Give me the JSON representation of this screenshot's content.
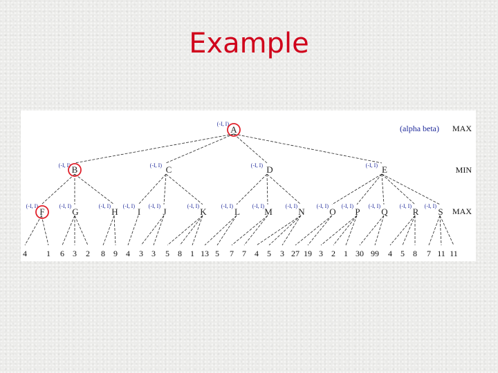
{
  "slide": {
    "title": "Example"
  },
  "legend": "(alpha beta)",
  "levels": [
    "MAX",
    "MIN",
    "MAX"
  ],
  "init_label": "(-I, I)",
  "nodes": {
    "root": "A",
    "min": [
      "B",
      "C",
      "D",
      "E"
    ],
    "max": [
      "F",
      "G",
      "H",
      "I",
      "J",
      "K",
      "L",
      "M",
      "N",
      "O",
      "P",
      "Q",
      "R",
      "S"
    ]
  },
  "children_per_min": [
    3,
    3,
    3,
    5
  ],
  "leaves": [
    [
      "4",
      "1"
    ],
    [
      "6",
      "3",
      "2"
    ],
    [
      "8",
      "9"
    ],
    [
      "4"
    ],
    [
      "3",
      "3"
    ],
    [
      "5",
      "8",
      "1"
    ],
    [
      "13",
      "5"
    ],
    [
      "7",
      "7"
    ],
    [
      "4",
      "5",
      "3"
    ],
    [
      "27",
      "19"
    ],
    [
      "3",
      "2",
      "1"
    ],
    [
      "30",
      "99"
    ],
    [
      "4",
      "5",
      "8"
    ],
    [
      "7",
      "11",
      "11"
    ]
  ],
  "highlighted": [
    "A",
    "B",
    "F"
  ],
  "colors": {
    "title": "#d0021b",
    "highlight": "#e0202a",
    "bound_label": "#1f2a9a"
  }
}
